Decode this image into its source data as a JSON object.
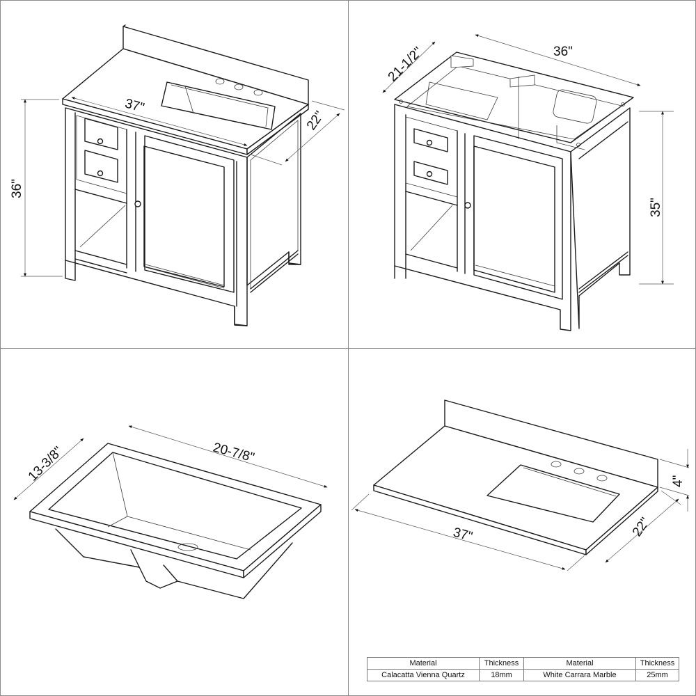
{
  "panels": {
    "vanity_with_top": {
      "width": "37\"",
      "depth": "22\"",
      "height": "36\""
    },
    "vanity_base": {
      "width": "36\"",
      "depth": "21-1/2\"",
      "height": "35\""
    },
    "sink": {
      "width": "20-7/8\"",
      "depth": "13-3/8\""
    },
    "countertop": {
      "width": "37\"",
      "depth": "22\"",
      "backsplash_height": "4\""
    }
  },
  "spec_table": {
    "headers": [
      "Material",
      "Thickness",
      "Material",
      "Thickness"
    ],
    "rows": [
      [
        "Calacatta Vienna Quartz",
        "18mm",
        "White Carrara Marble",
        "25mm"
      ]
    ]
  },
  "colors": {
    "line": "#1a1a1a",
    "divider": "#8a8a8a",
    "background": "#ffffff"
  }
}
